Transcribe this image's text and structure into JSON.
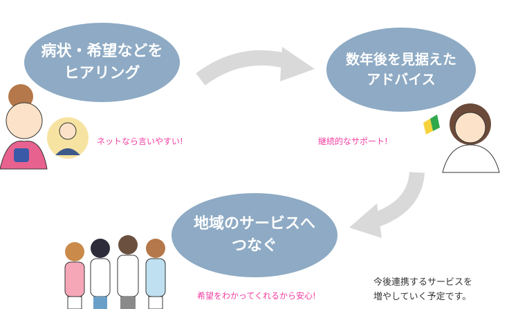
{
  "steps": [
    {
      "line1": "病状・希望などを",
      "line2": "ヒアリング"
    },
    {
      "line1": "数年後を見据えた",
      "line2": "アドバイス"
    },
    {
      "line1": "地域のサービスへ",
      "line2": "つなぐ"
    }
  ],
  "notes": {
    "hearing": "ネットなら言いやすい!",
    "advice": "継続的なサポート!",
    "connect": "希望をわかってくれるから安心!"
  },
  "memo": {
    "line1": "今後連携するサービスを",
    "line2": "増やしていく予定です。"
  },
  "colors": {
    "ellipse": "#8eaac4",
    "arrow": "#d9d9d9",
    "note": "#f03ca0"
  }
}
